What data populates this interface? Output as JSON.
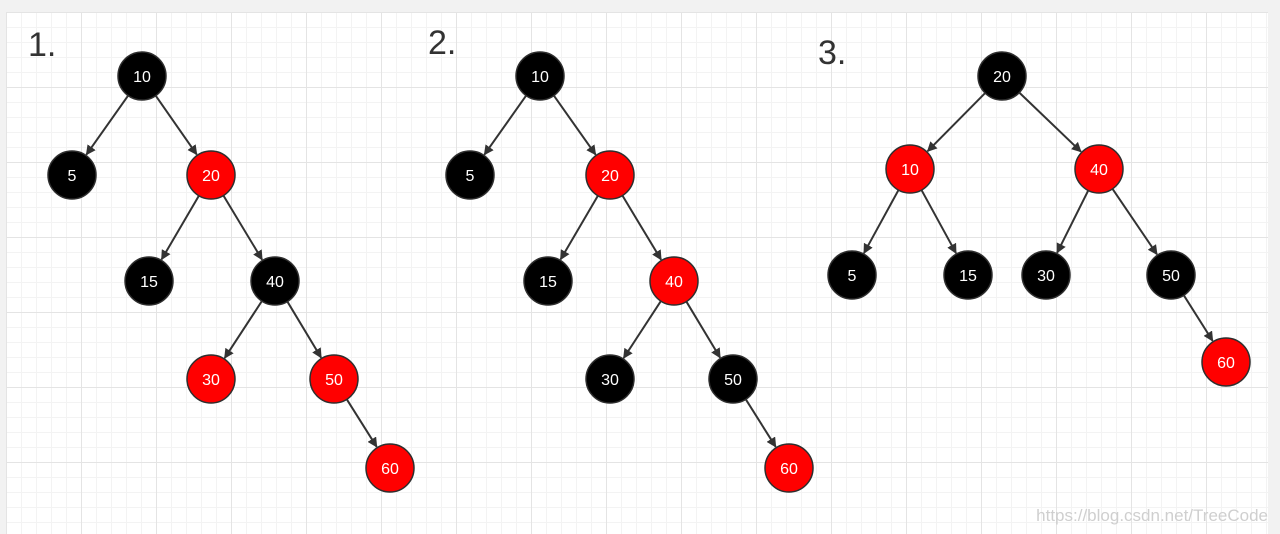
{
  "colors": {
    "black_node": "#000000",
    "red_node": "#ff0000",
    "node_stroke": "#2e2e2e",
    "edge": "#333333",
    "node_text": "#ffffff"
  },
  "watermark": "https://blog.csdn.net/TreeCode",
  "trees": [
    {
      "label": "1.",
      "nodes": [
        {
          "id": "10",
          "text": "10",
          "color": "black"
        },
        {
          "id": "5",
          "text": "5",
          "color": "black"
        },
        {
          "id": "20",
          "text": "20",
          "color": "red"
        },
        {
          "id": "15",
          "text": "15",
          "color": "black"
        },
        {
          "id": "40",
          "text": "40",
          "color": "black"
        },
        {
          "id": "30",
          "text": "30",
          "color": "red"
        },
        {
          "id": "50",
          "text": "50",
          "color": "red"
        },
        {
          "id": "60",
          "text": "60",
          "color": "red"
        }
      ],
      "edges": [
        [
          "10",
          "5"
        ],
        [
          "10",
          "20"
        ],
        [
          "20",
          "15"
        ],
        [
          "20",
          "40"
        ],
        [
          "40",
          "30"
        ],
        [
          "40",
          "50"
        ],
        [
          "50",
          "60"
        ]
      ]
    },
    {
      "label": "2.",
      "nodes": [
        {
          "id": "10",
          "text": "10",
          "color": "black"
        },
        {
          "id": "5",
          "text": "5",
          "color": "black"
        },
        {
          "id": "20",
          "text": "20",
          "color": "red"
        },
        {
          "id": "15",
          "text": "15",
          "color": "black"
        },
        {
          "id": "40",
          "text": "40",
          "color": "red"
        },
        {
          "id": "30",
          "text": "30",
          "color": "black"
        },
        {
          "id": "50",
          "text": "50",
          "color": "black"
        },
        {
          "id": "60",
          "text": "60",
          "color": "red"
        }
      ],
      "edges": [
        [
          "10",
          "5"
        ],
        [
          "10",
          "20"
        ],
        [
          "20",
          "15"
        ],
        [
          "20",
          "40"
        ],
        [
          "40",
          "30"
        ],
        [
          "40",
          "50"
        ],
        [
          "50",
          "60"
        ]
      ]
    },
    {
      "label": "3.",
      "nodes": [
        {
          "id": "20",
          "text": "20",
          "color": "black"
        },
        {
          "id": "10",
          "text": "10",
          "color": "red"
        },
        {
          "id": "40",
          "text": "40",
          "color": "red"
        },
        {
          "id": "5",
          "text": "5",
          "color": "black"
        },
        {
          "id": "15",
          "text": "15",
          "color": "black"
        },
        {
          "id": "30",
          "text": "30",
          "color": "black"
        },
        {
          "id": "50",
          "text": "50",
          "color": "black"
        },
        {
          "id": "60",
          "text": "60",
          "color": "red"
        }
      ],
      "edges": [
        [
          "20",
          "10"
        ],
        [
          "20",
          "40"
        ],
        [
          "10",
          "5"
        ],
        [
          "10",
          "15"
        ],
        [
          "40",
          "30"
        ],
        [
          "40",
          "50"
        ],
        [
          "50",
          "60"
        ]
      ]
    }
  ]
}
